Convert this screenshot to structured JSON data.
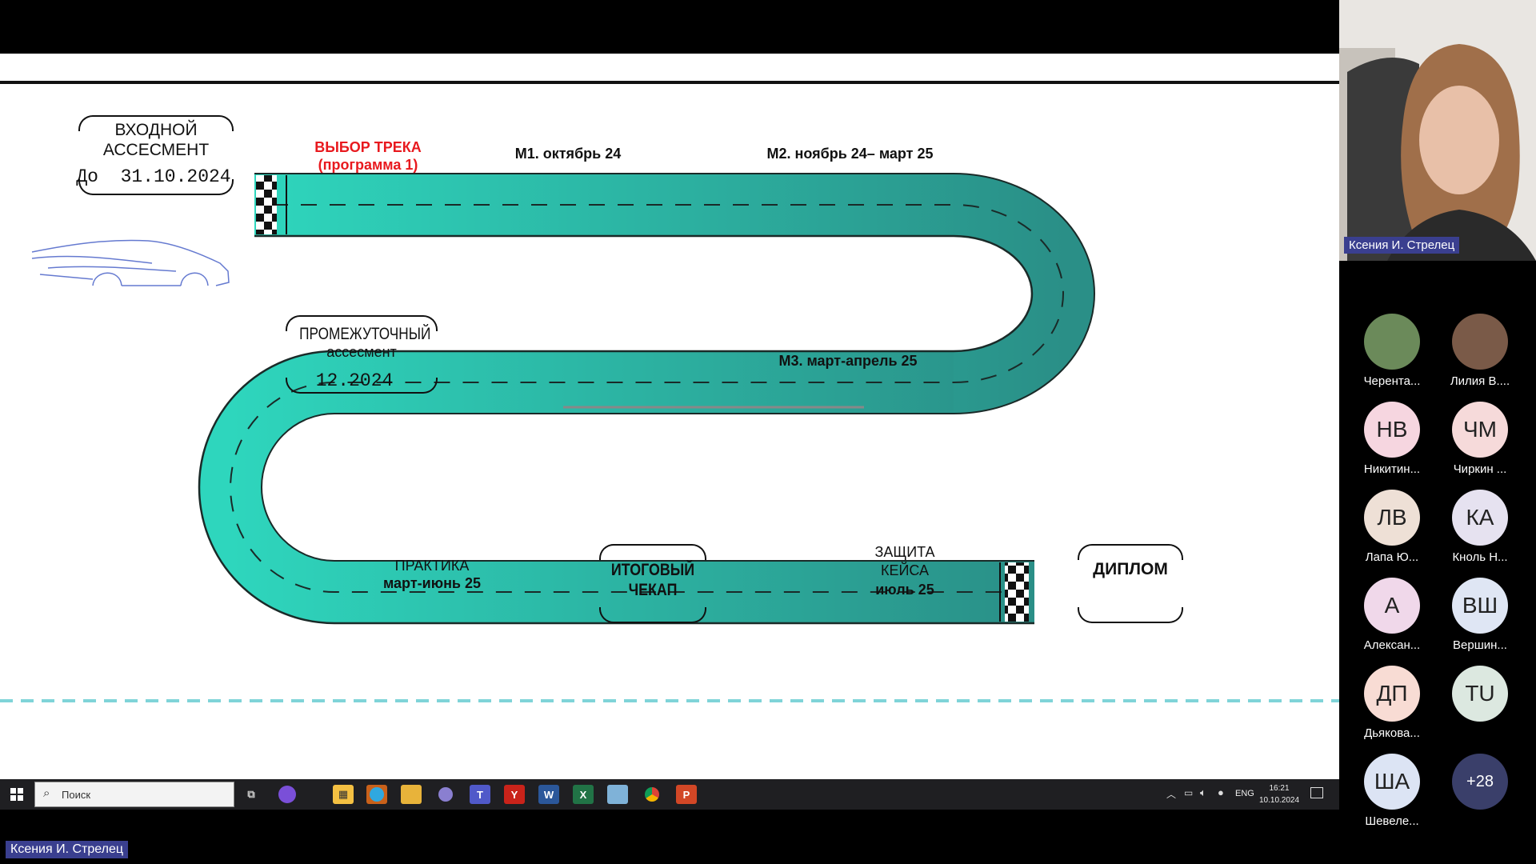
{
  "slide": {
    "entry": {
      "line1": "ВХОДНОЙ",
      "line2": "АССЕСМЕНТ",
      "date": "До  31.10.2024"
    },
    "track_choice": {
      "line1": "ВЫБОР ТРЕКА",
      "line2": "(программа 1)"
    },
    "m1": "М1. октябрь 24",
    "m2": "М2. ноябрь 24– март 25",
    "m3": "М3. март-апрель 25",
    "mid": {
      "line1": "ПРОМЕЖУТОЧНЫЙ",
      "line2": "ассесмент",
      "date": "12.2024"
    },
    "practice": {
      "line1": "ПРАКТИКА",
      "line2": "март-июнь 25"
    },
    "final": {
      "line1": "ИТОГОВЫЙ",
      "line2": "ЧЕКАП"
    },
    "case": {
      "line1": "ЗАЩИТА",
      "line2": "КЕЙСА",
      "line3": "июль 25"
    },
    "diploma": "ДИПЛОМ",
    "colors": {
      "road_light": "#2ed6bd",
      "road_dark": "#2a8f87",
      "accent_red": "#e8191e",
      "dash_line": "#7fd4d8"
    }
  },
  "taskbar": {
    "search_placeholder": "Поиск",
    "lang": "ENG",
    "time": "16:21",
    "date": "10.10.2024",
    "apps": [
      "windows-start",
      "task-view",
      "copilot",
      "store",
      "edge",
      "file-explorer",
      "browser",
      "teams",
      "yandex",
      "word",
      "excel",
      "notepad",
      "chrome",
      "powerpoint"
    ]
  },
  "presenter_label": "Ксения И. Стрелец",
  "panel": {
    "speaker_name": "Ксения И. Стрелец",
    "participants": [
      {
        "initials": "",
        "name": "Черента...",
        "photo": true,
        "bg": "#6b8a5a"
      },
      {
        "initials": "",
        "name": "Лилия В....",
        "photo": true,
        "bg": "#7a5a48"
      },
      {
        "initials": "НВ",
        "name": "Никитин...",
        "bg": "#f6d6e0"
      },
      {
        "initials": "ЧМ",
        "name": "Чиркин ...",
        "bg": "#f6dada"
      },
      {
        "initials": "ЛВ",
        "name": "Лапа Ю...",
        "bg": "#eee0d6"
      },
      {
        "initials": "КА",
        "name": "Кноль Н...",
        "bg": "#e6e2f0"
      },
      {
        "initials": "А",
        "name": "Алексан...",
        "bg": "#f0d8ea"
      },
      {
        "initials": "ВШ",
        "name": "Вершин...",
        "bg": "#dfe6f4"
      },
      {
        "initials": "ДП",
        "name": "Дьякова...",
        "bg": "#f8dcd4"
      },
      {
        "initials": "TU",
        "name": "",
        "bg": "#dce8e0"
      },
      {
        "initials": "ША",
        "name": "Шевеле...",
        "bg": "#dce4f4"
      },
      {
        "initials": "+28",
        "name": "",
        "bg": "#3a3f6a"
      }
    ]
  }
}
